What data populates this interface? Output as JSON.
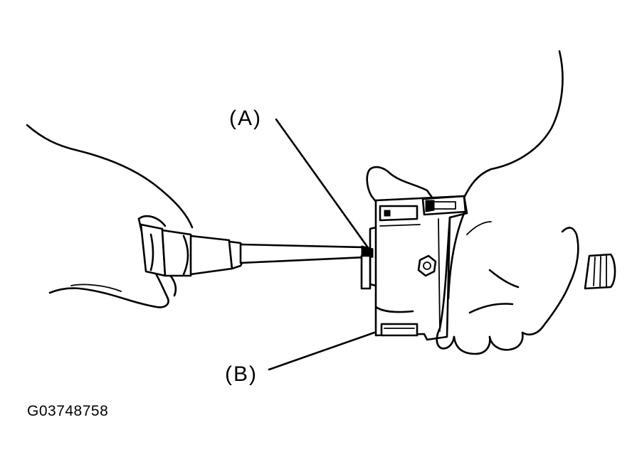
{
  "diagram": {
    "callouts": {
      "a": "(A)",
      "b": "(B)"
    },
    "figure_id": "G03748758"
  }
}
